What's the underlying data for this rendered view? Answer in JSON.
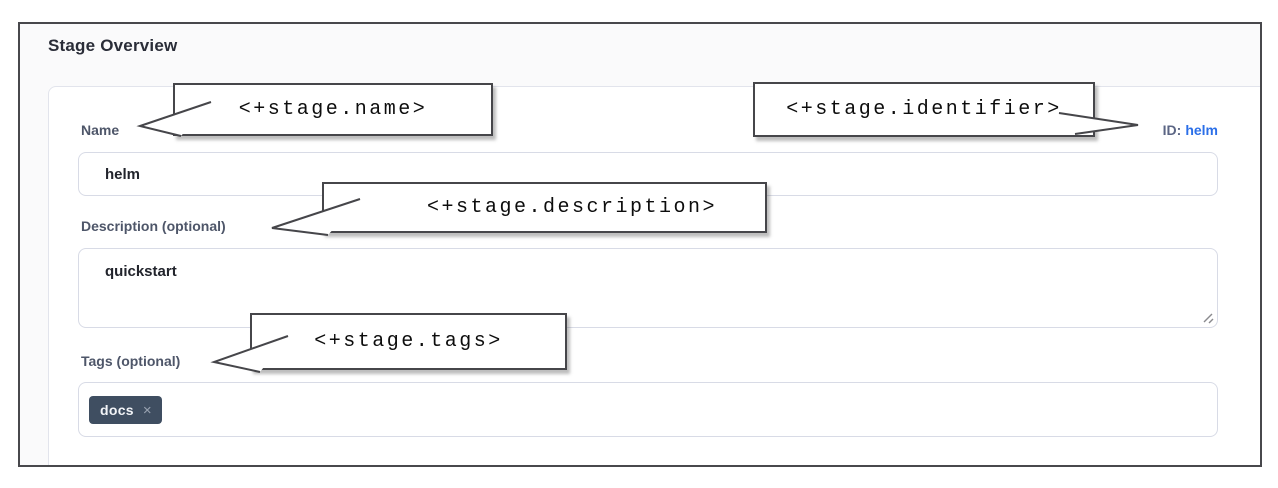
{
  "panel": {
    "title": "Stage Overview"
  },
  "form": {
    "name": {
      "label": "Name",
      "value": "helm"
    },
    "identifier": {
      "label": "ID:",
      "value": "helm"
    },
    "description": {
      "label": "Description (optional)",
      "value": "quickstart"
    },
    "tags": {
      "label": "Tags (optional)",
      "chips": [
        {
          "text": "docs",
          "remove_icon": "×"
        }
      ]
    }
  },
  "callouts": [
    {
      "target": "name",
      "text": "<+stage.name>"
    },
    {
      "target": "identifier",
      "text": "<+stage.identifier>"
    },
    {
      "target": "description",
      "text": "<+stage.description>"
    },
    {
      "target": "tags",
      "text": "<+stage.tags>"
    }
  ],
  "colors": {
    "id_link_blue": "#2b6fe8",
    "label_slate": "#4e5669",
    "chip_bg": "#3f4e61",
    "frame_border": "#48484c",
    "input_border": "#d8dbe6"
  }
}
